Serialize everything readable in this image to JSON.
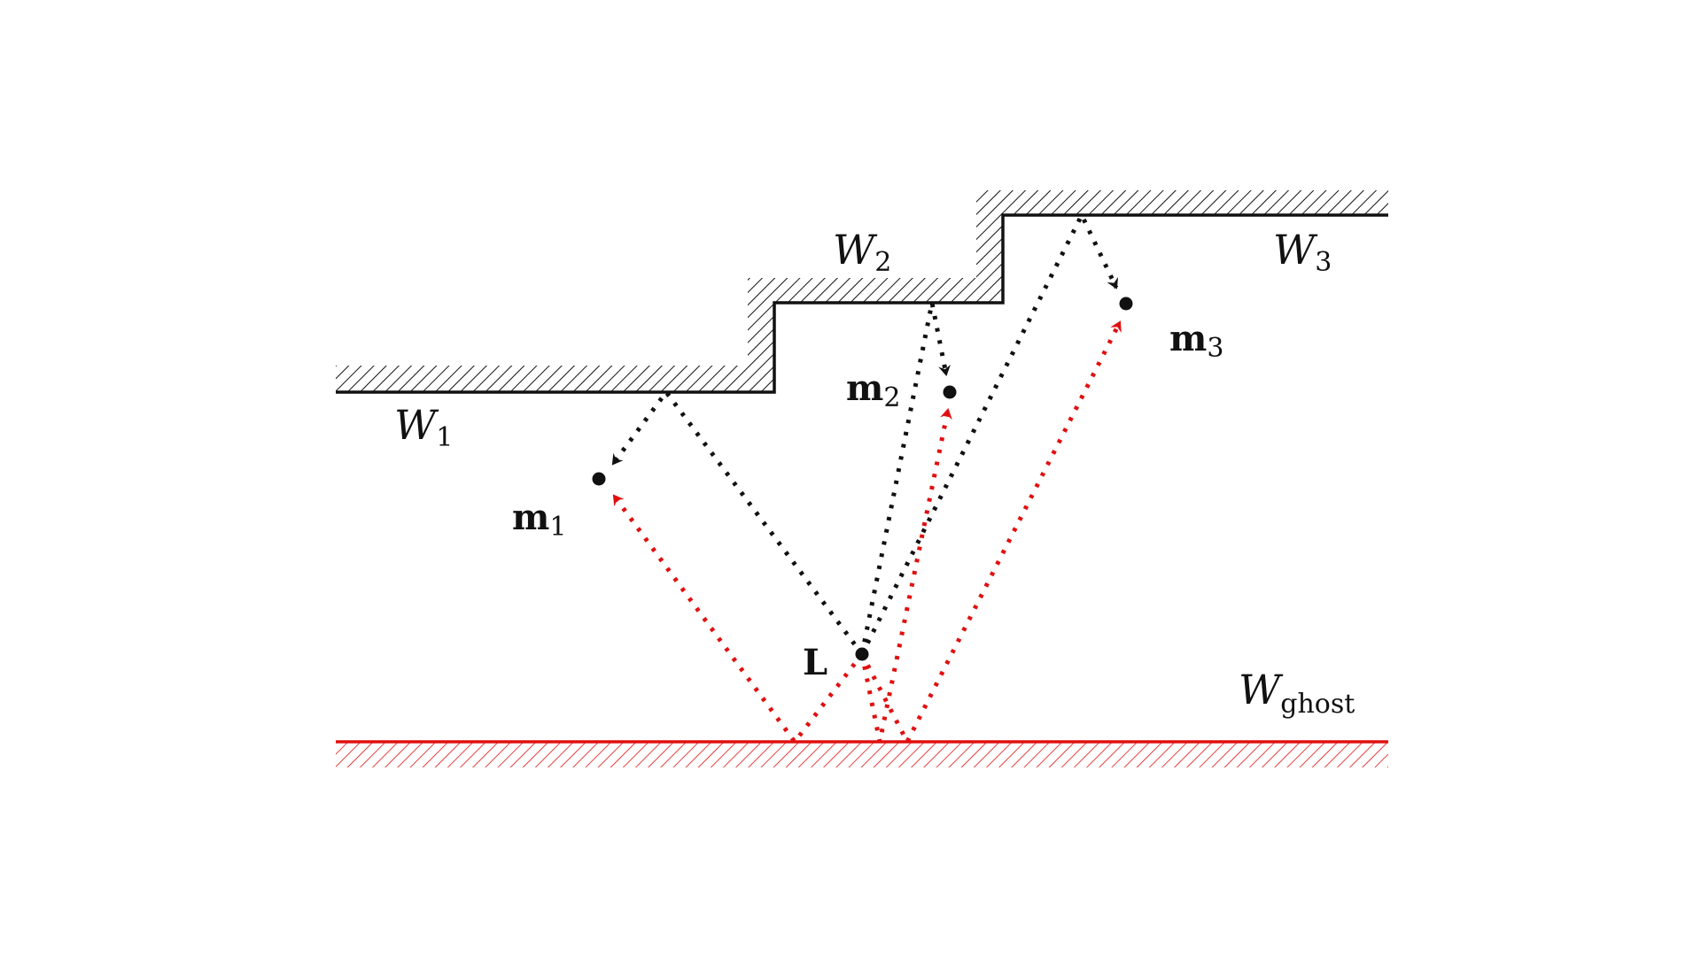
{
  "diagram": {
    "title": "Wall reflections and ghost wall",
    "colors": {
      "wall": "#111111",
      "ghost": "#e01010",
      "path_black": "#111111",
      "path_red": "#e01010"
    },
    "walls": [
      {
        "id": "W1",
        "name": "W",
        "subscript": "1"
      },
      {
        "id": "W2",
        "name": "W",
        "subscript": "2"
      },
      {
        "id": "W3",
        "name": "W",
        "subscript": "3"
      },
      {
        "id": "Wghost",
        "name": "W",
        "subscript": "ghost"
      }
    ],
    "points": [
      {
        "id": "L",
        "label": "L",
        "subscript": ""
      },
      {
        "id": "m1",
        "label": "m",
        "subscript": "1"
      },
      {
        "id": "m2",
        "label": "m",
        "subscript": "2"
      },
      {
        "id": "m3",
        "label": "m",
        "subscript": "3"
      }
    ],
    "paths": [
      {
        "from": "L",
        "via": "W1",
        "to": "m1",
        "color": "black"
      },
      {
        "from": "L",
        "via": "W2",
        "to": "m2",
        "color": "black"
      },
      {
        "from": "L",
        "via": "W3",
        "to": "m3",
        "color": "black"
      },
      {
        "from": "L",
        "via": "Wghost",
        "to": "m1",
        "color": "red"
      },
      {
        "from": "L",
        "via": "Wghost",
        "to": "m2",
        "color": "red"
      },
      {
        "from": "L",
        "via": "Wghost",
        "to": "m3",
        "color": "red"
      }
    ]
  }
}
